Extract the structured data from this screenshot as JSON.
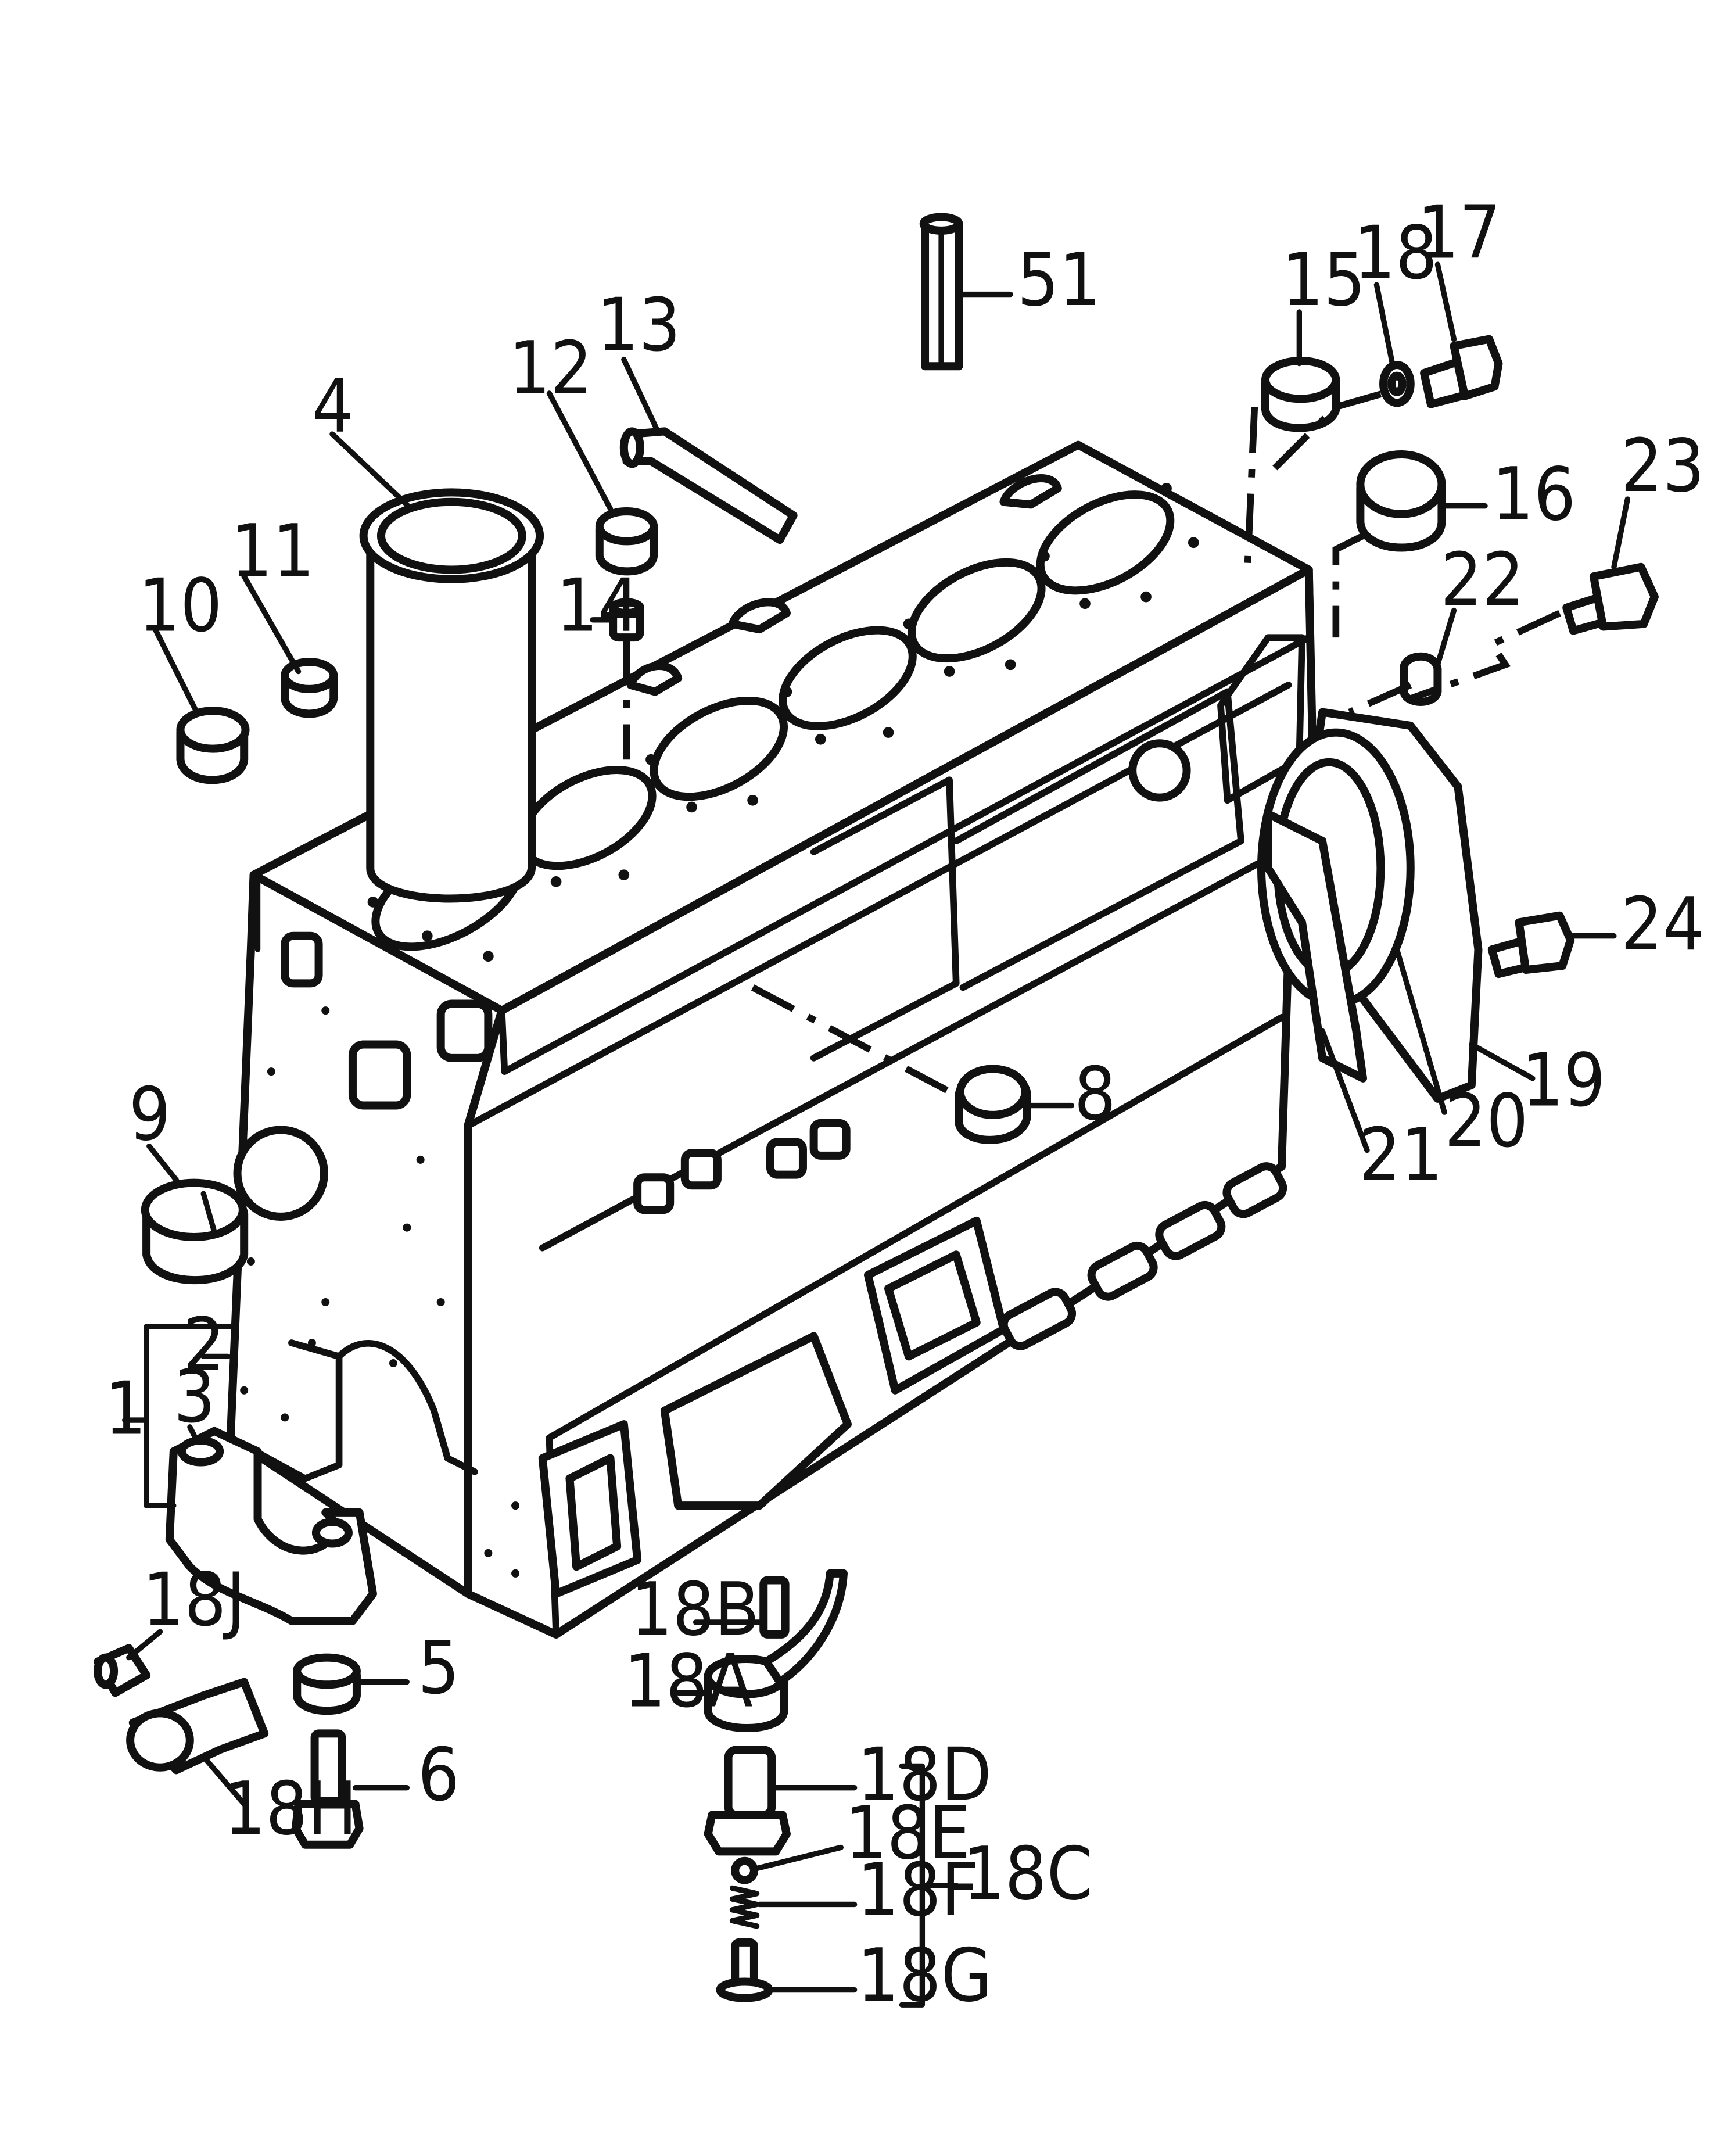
{
  "diagram": {
    "labels": {
      "p1": "1",
      "p2": "2",
      "p3": "3",
      "p4": "4",
      "p5": "5",
      "p6": "6",
      "p8": "8",
      "p9": "9",
      "p10": "10",
      "p11": "11",
      "p12": "12",
      "p13": "13",
      "p14": "14",
      "p15": "15",
      "p16": "16",
      "p17": "17",
      "p18": "18",
      "p19": "19",
      "p20": "20",
      "p21": "21",
      "p22": "22",
      "p23": "23",
      "p24": "24",
      "p51": "51",
      "p18A": "18A",
      "p18B": "18B",
      "p18C": "18C",
      "p18D": "18D",
      "p18E": "18E",
      "p18F": "18F",
      "p18G": "18G",
      "p18H": "18H",
      "p18J": "18J"
    }
  }
}
